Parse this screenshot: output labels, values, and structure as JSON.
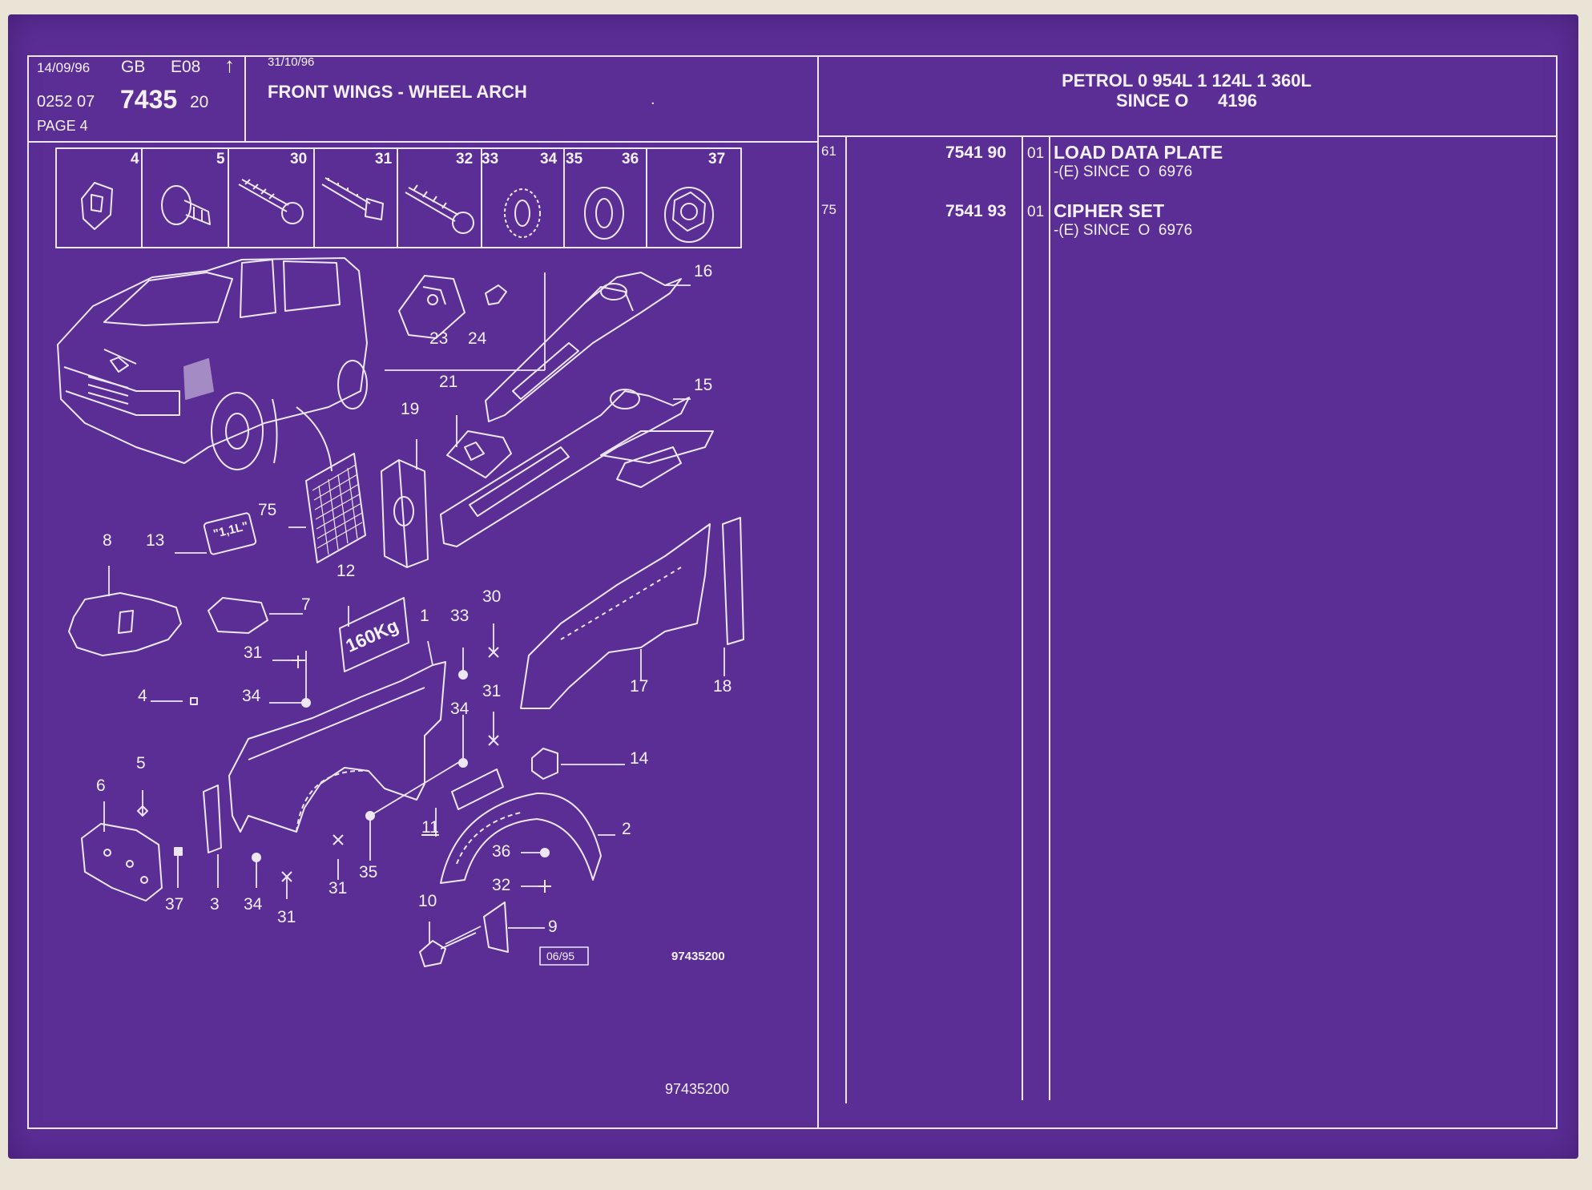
{
  "header": {
    "date": "14/09/96",
    "country": "GB",
    "code": "E08",
    "arrow_glyph": "↑",
    "ref_prefix": "0252 07",
    "ref_main": "7435",
    "ref_suffix": "20",
    "page": "PAGE 4",
    "revision_date": "31/10/96",
    "title": "FRONT WINGS - WHEEL ARCH",
    "engine_line": "PETROL 0 954L 1 124L 1 360L",
    "since_line": "SINCE O      4196"
  },
  "parts_list": [
    {
      "item": "61",
      "ref": "7541 90",
      "qty": "01",
      "name": "LOAD DATA PLATE",
      "note": "-(E) SINCE  O  6976"
    },
    {
      "item": "75",
      "ref": "7541 93",
      "qty": "01",
      "name": "CIPHER SET",
      "note": "-(E) SINCE  O  6976"
    }
  ],
  "fastener_strip": {
    "labels": [
      "4",
      "5",
      "30",
      "31",
      "32",
      "33",
      "34",
      "35",
      "36",
      "37"
    ]
  },
  "diagram": {
    "callouts": [
      "16",
      "23",
      "24",
      "15",
      "21",
      "19",
      "75",
      "13",
      "8",
      "12",
      "7",
      "1",
      "33",
      "30",
      "31",
      "34",
      "4",
      "31",
      "34",
      "17",
      "18",
      "14",
      "5",
      "6",
      "11",
      "2",
      "36",
      "32",
      "35",
      "31",
      "37",
      "3",
      "34",
      "31",
      "10",
      "9"
    ],
    "badge_1": "\"1,1L\"",
    "badge_2": "160Kg",
    "date_box": "06/95",
    "drawing_ref": "97435200",
    "footer_ref": "97435200"
  },
  "colors": {
    "background": "#5b2e96",
    "linework": "#ece7f2",
    "paper": "#e9e4d6"
  }
}
